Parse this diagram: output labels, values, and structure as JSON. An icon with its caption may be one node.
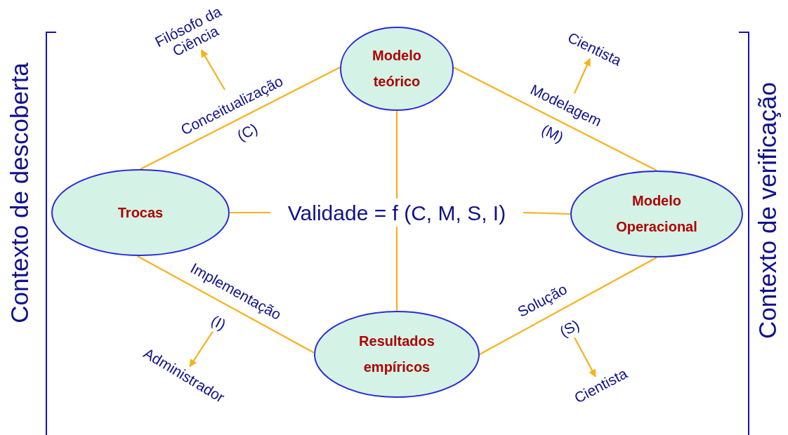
{
  "diagram": {
    "nodes": [
      {
        "text": [
          "Modelo teórico"
        ]
      },
      {
        "text": [
          "Trocas"
        ]
      },
      {
        "text": [
          "Validade = f (C, M, S, I)"
        ]
      },
      {
        "text": [
          "Modelo Operacional"
        ]
      },
      {
        "text": [
          "Resultados empíricos"
        ]
      },
      {
        "text": [
          "Filósofo da Ciência"
        ]
      },
      {
        "text": [
          "Cientista"
        ]
      },
      {
        "text": [
          "Administrador"
        ]
      },
      {
        "text": [
          "Cientista"
        ]
      },
      {
        "text": [
          "(I)"
        ]
      },
      {
        "text": [
          "(S)"
        ]
      }
    ],
    "edges": [
      {
        "from": 1,
        "to": 0,
        "arrow": "none",
        "label": "Conceitualização"
      },
      {
        "from": 0,
        "to": 3,
        "arrow": "none",
        "label": "Modelagem"
      },
      {
        "from": 1,
        "to": 2,
        "arrow": "none"
      },
      {
        "from": 0,
        "to": 2,
        "arrow": "none"
      },
      {
        "from": 2,
        "to": 3,
        "arrow": "none"
      },
      {
        "from": 2,
        "to": 4,
        "arrow": "none"
      },
      {
        "from": 1,
        "to": 4,
        "arrow": "none",
        "label": "Implementação"
      },
      {
        "from": 3,
        "to": 4,
        "arrow": "none",
        "label": "Solução"
      },
      {
        "from": null,
        "to": 5,
        "arrow": "to"
      },
      {
        "from": null,
        "to": 6,
        "arrow": "to"
      },
      {
        "from": 9,
        "to": 7,
        "arrow": "to"
      },
      {
        "from": 10,
        "to": 8,
        "arrow": "to"
      }
    ],
    "labels": [
      "Contexto de descoberta",
      "(C)",
      "(M)",
      "Contexto de verificação"
    ]
  }
}
